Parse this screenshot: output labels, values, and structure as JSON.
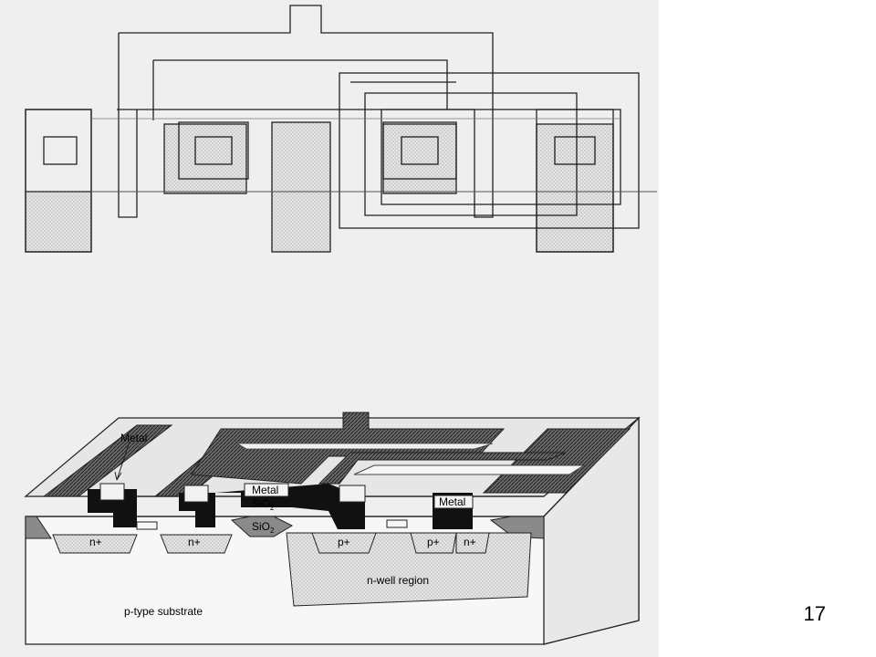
{
  "labels": {
    "metal_callout": "Metal",
    "metal_gate_1": "Metal",
    "metal_gate_2": "Metal",
    "sio2_upper": "SiO",
    "sio2_upper_sub": "2",
    "sio2_lower": "SiO",
    "sio2_lower_sub": "2",
    "n_plus_1": "n+",
    "n_plus_2": "n+",
    "p_plus_1": "p+",
    "p_plus_2": "p+",
    "n_plus_3": "n+",
    "n_well": "n-well region",
    "substrate": "p-type substrate"
  },
  "page_number": "17",
  "colors": {
    "panel_background": "#efefef",
    "metal": "#111111",
    "oxide_gray": "#8a8a8a",
    "diffusion_fill": "#d6d6d6",
    "outline": "#222222"
  }
}
